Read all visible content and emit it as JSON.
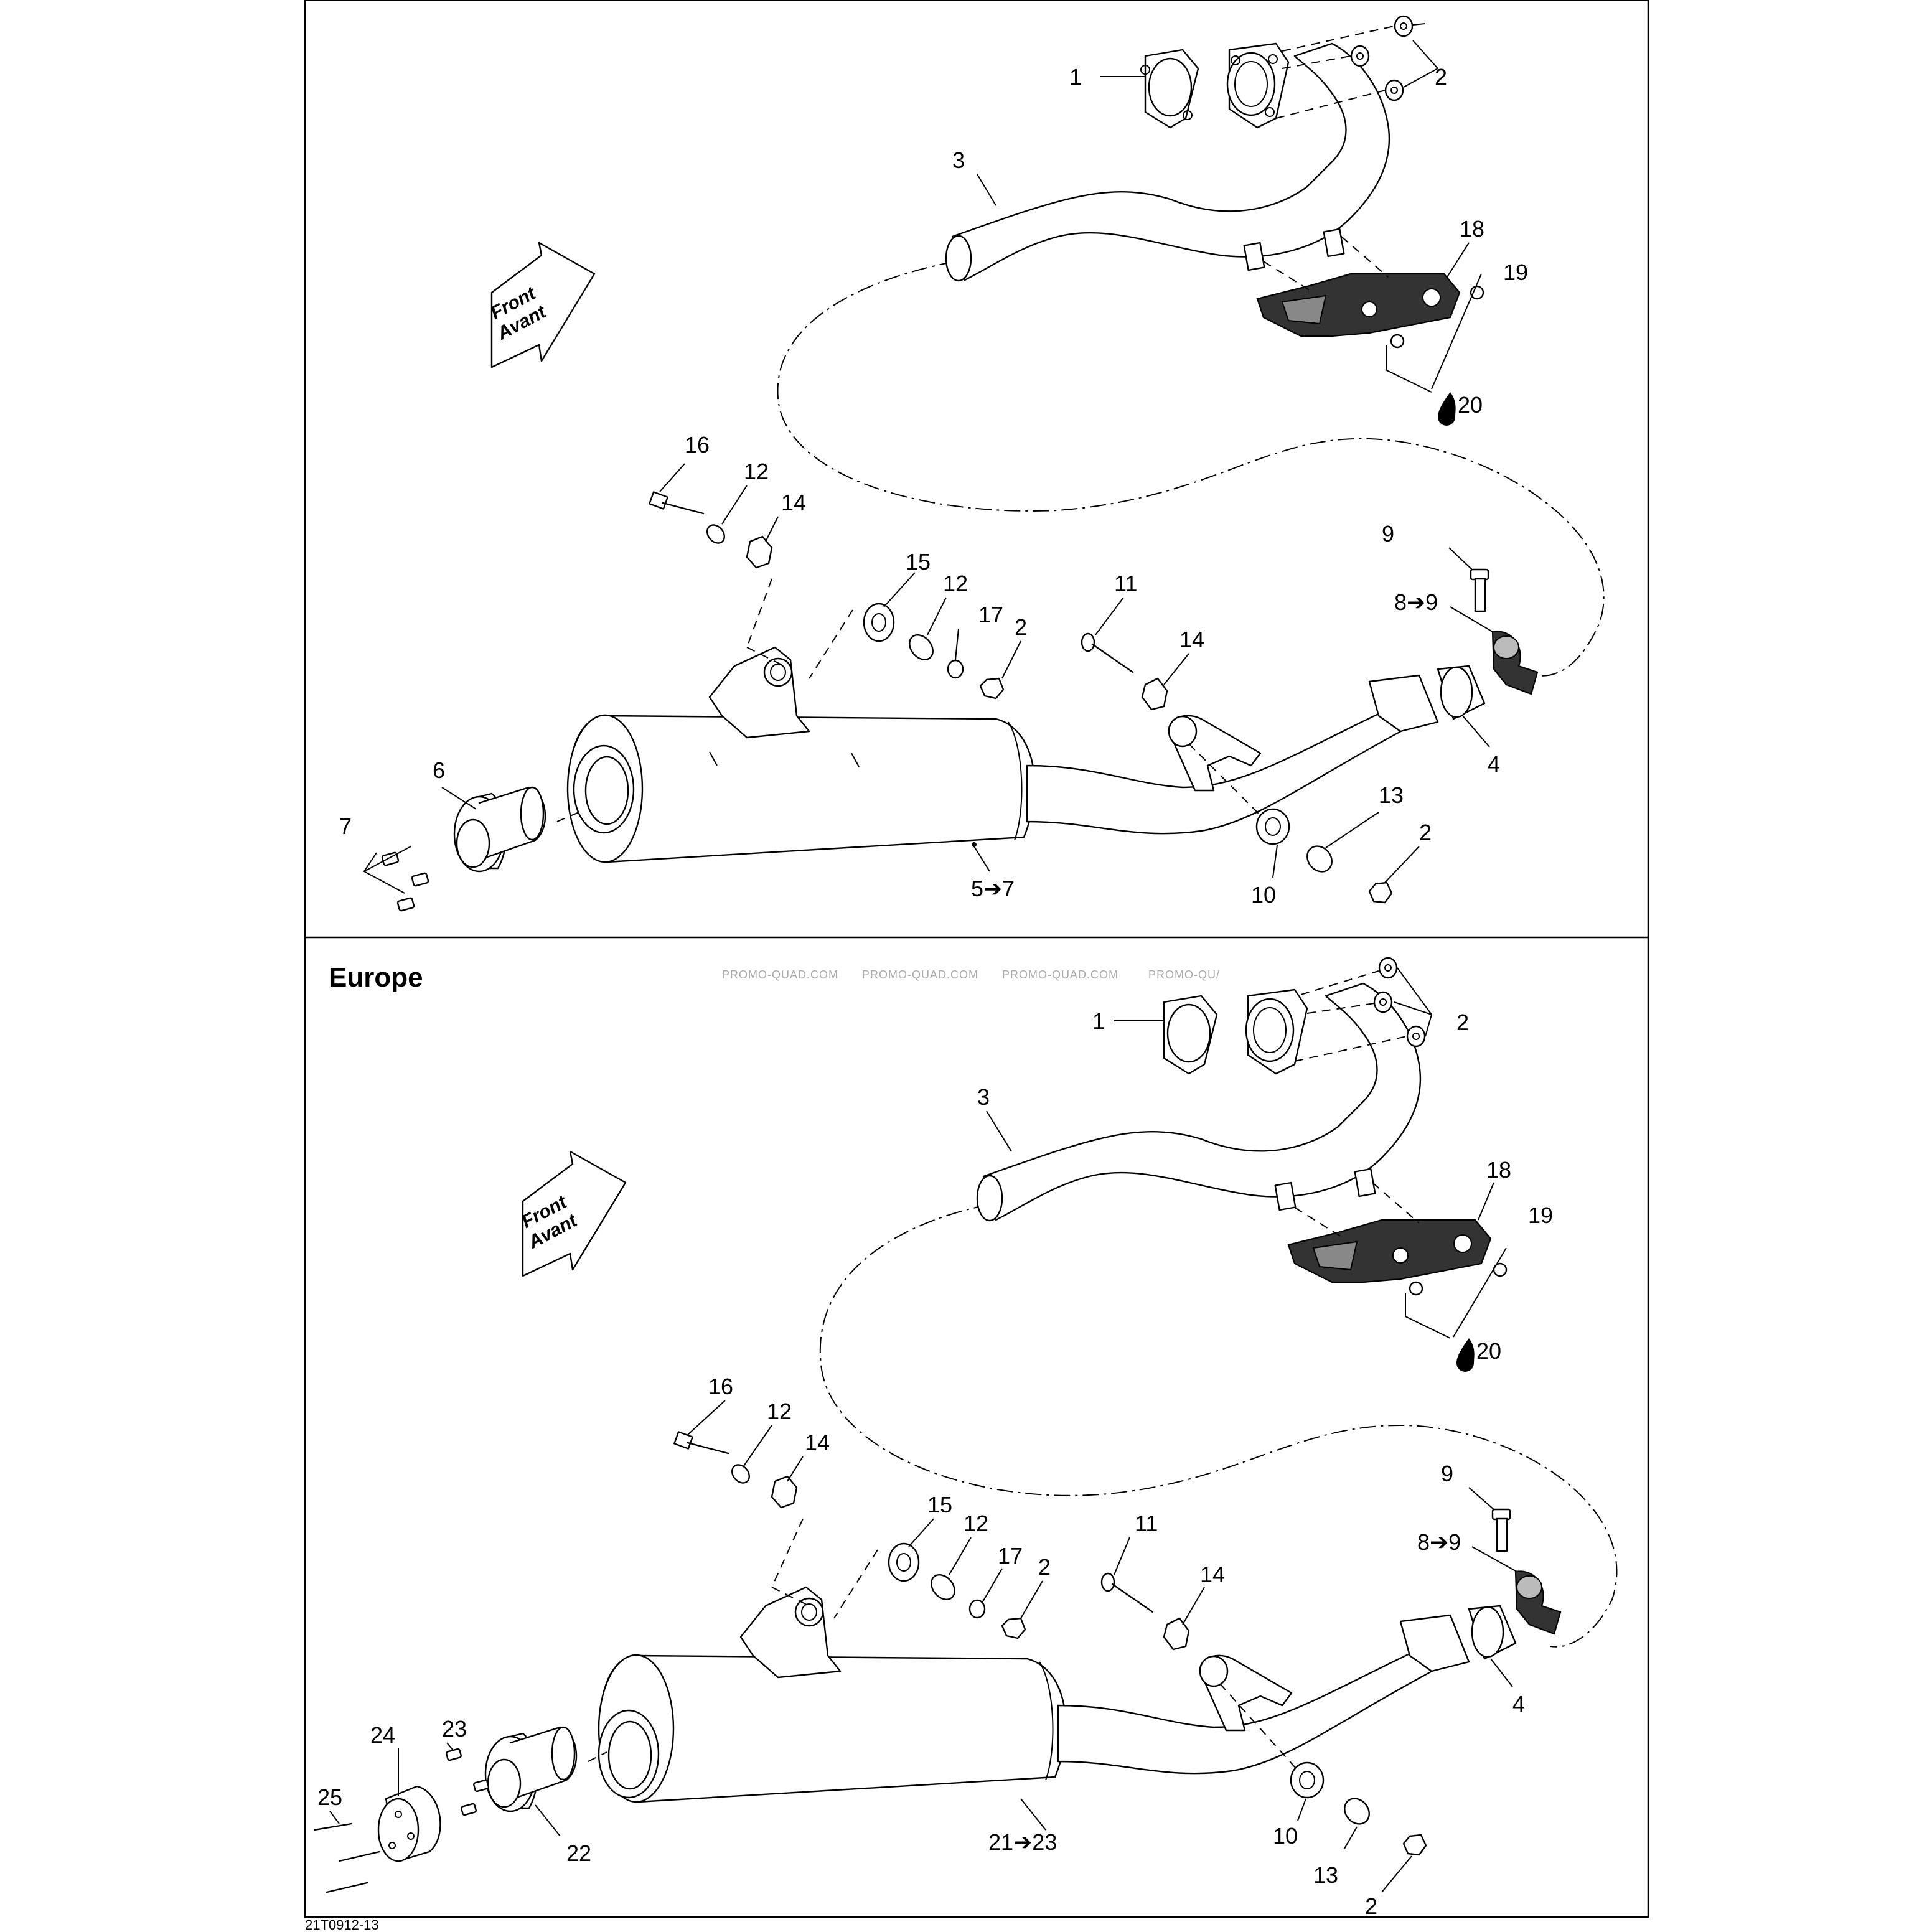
{
  "panels": {
    "top": {
      "front_label_line1": "Front",
      "front_label_line2": "Avant",
      "callouts": {
        "c1": "1",
        "c2a": "2",
        "c3": "3",
        "c18": "18",
        "c19": "19",
        "c20": "20",
        "c16": "16",
        "c12a": "12",
        "c14a": "14",
        "c15": "15",
        "c12b": "12",
        "c17": "17",
        "c2b": "2",
        "c11": "11",
        "c14b": "14",
        "c9": "9",
        "c8to9": "8➔9",
        "c4": "4",
        "c6": "6",
        "c7": "7",
        "c13": "13",
        "c2c": "2",
        "c10": "10",
        "c5to7": "5➔7"
      }
    },
    "bottom": {
      "title": "Europe",
      "front_label_line1": "Front",
      "front_label_line2": "Avant",
      "callouts": {
        "c1": "1",
        "c2a": "2",
        "c3": "3",
        "c18": "18",
        "c19": "19",
        "c20": "20",
        "c16": "16",
        "c12a": "12",
        "c14a": "14",
        "c15": "15",
        "c12b": "12",
        "c17": "17",
        "c2b": "2",
        "c11": "11",
        "c14b": "14",
        "c9": "9",
        "c8to9": "8➔9",
        "c4": "4",
        "c22": "22",
        "c23": "23",
        "c24": "24",
        "c25": "25",
        "c10": "10",
        "c13": "13",
        "c2c": "2",
        "c21to23": "21➔23"
      }
    }
  },
  "watermark": [
    "PROMO-QUAD.COM",
    "PROMO-QUAD.COM",
    "PROMO-QUAD.COM",
    "PROMO-QU/"
  ],
  "reference_code": "21T0912-13",
  "icons": {
    "liquid": "drop-icon",
    "arrow": "front-arrow-icon"
  }
}
